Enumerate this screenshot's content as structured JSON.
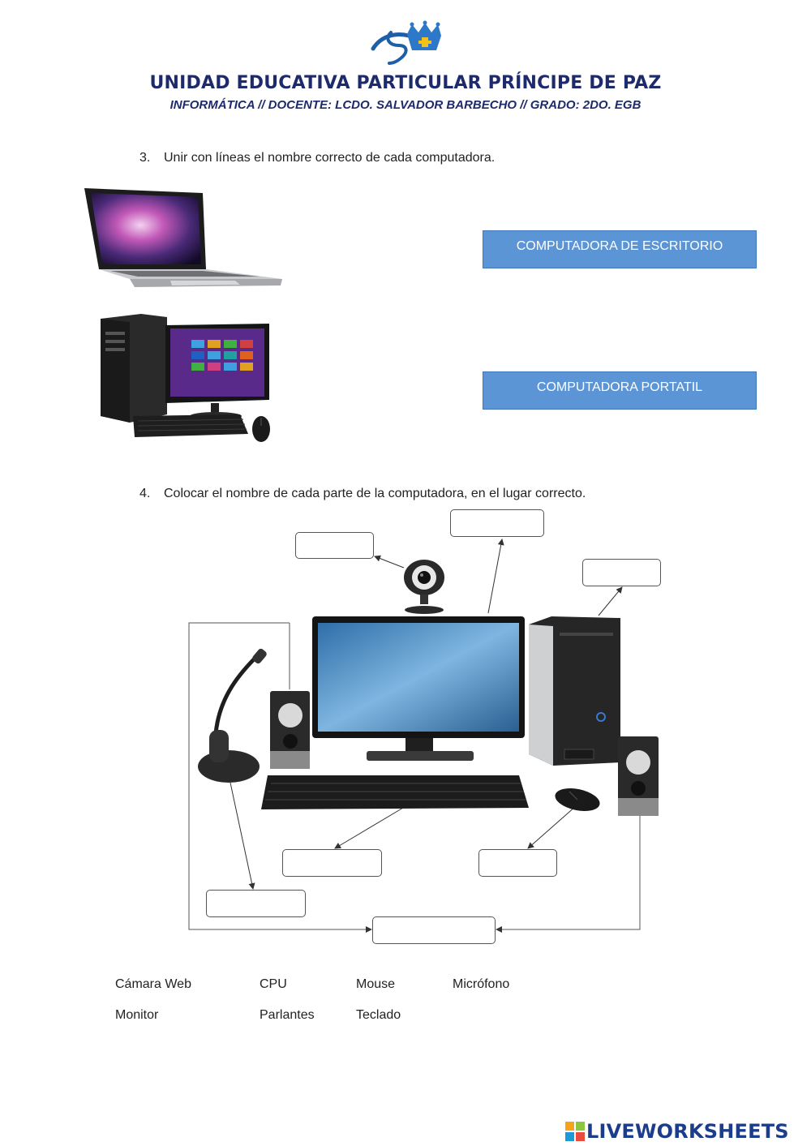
{
  "header": {
    "school_name": "UNIDAD EDUCATIVA PARTICULAR PRÍNCIPE DE PAZ",
    "subtitle": "INFORMÁTICA // DOCENTE: LCDO. SALVADOR BARBECHO // GRADO: 2DO. EGB"
  },
  "question3": {
    "number": "3.",
    "text": "Unir con líneas el nombre correcto de cada computadora.",
    "options": [
      "COMPUTADORA DE ESCRITORIO",
      "COMPUTADORA PORTATIL"
    ]
  },
  "question4": {
    "number": "4.",
    "text": "Colocar el nombre de cada parte de la computadora, en el lugar correcto."
  },
  "word_bank": {
    "row1": [
      "Cámara Web",
      "CPU",
      "Mouse",
      "Micrófono"
    ],
    "row2": [
      "Monitor",
      "Parlantes",
      "Teclado"
    ]
  },
  "watermark": "LIVEWORKSHEETS",
  "colors": {
    "header_text": "#1d2a6b",
    "option_box": "#5b95d6",
    "watermark": "#1c3d8c"
  }
}
